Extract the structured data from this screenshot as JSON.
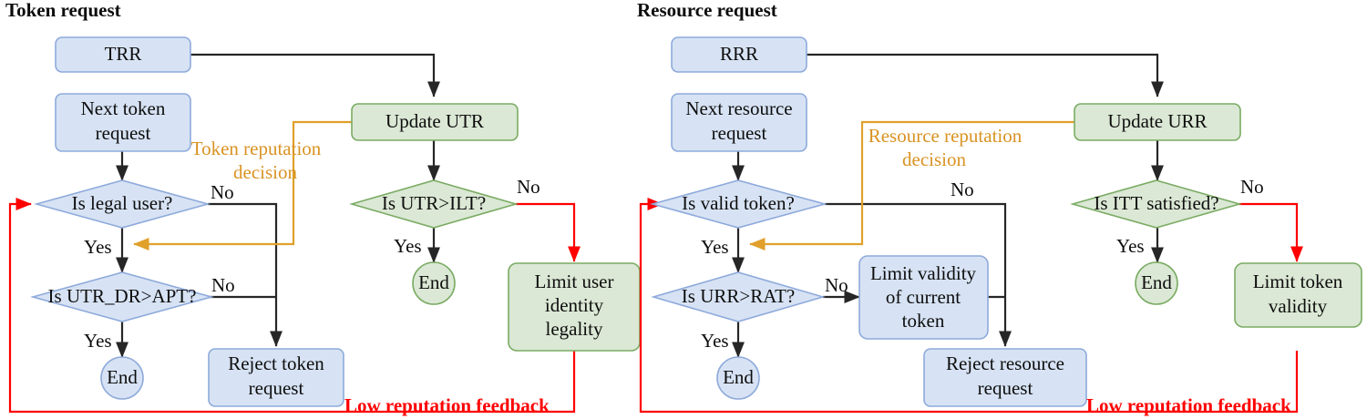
{
  "diagrams": [
    {
      "title": "Token request",
      "nodes": {
        "start": "TRR",
        "next": "Next token request",
        "d1": "Is legal user?",
        "d2": "Is UTR_DR>APT?",
        "end1": "End",
        "reject": "Reject token request",
        "update": "Update UTR",
        "d3": "Is UTR>ILT?",
        "end2": "End",
        "limit": "Limit user identity legality"
      },
      "labels": {
        "no1": "No",
        "yes1": "Yes",
        "no2": "No",
        "yes2": "Yes",
        "no3": "No",
        "yes3": "Yes",
        "reputation": "Token reputation decision",
        "feedback": "Low reputation feedback"
      }
    },
    {
      "title": "Resource request",
      "nodes": {
        "start": "RRR",
        "next": "Next resource request",
        "d1": "Is valid token?",
        "d2": "Is URR>RAT?",
        "end1": "End",
        "limitValidity": "Limit validity of current token",
        "reject": "Reject resource request",
        "update": "Update URR",
        "d3": "Is ITT satisfied?",
        "end2": "End",
        "limit": "Limit token validity"
      },
      "labels": {
        "no1": "No",
        "yes1": "Yes",
        "no2": "No",
        "yes2": "Yes",
        "no3": "No",
        "yes3": "Yes",
        "reputation": "Resource reputation decision",
        "feedback": "Low reputation feedback"
      }
    }
  ],
  "colors": {
    "blue_fill": "#d7e3f4",
    "blue_stroke": "#8eaadb",
    "green_fill": "#dbe8d5",
    "green_stroke": "#7aab63",
    "black_line": "#262626",
    "orange": "#e0a02a",
    "red": "#fe0000"
  }
}
